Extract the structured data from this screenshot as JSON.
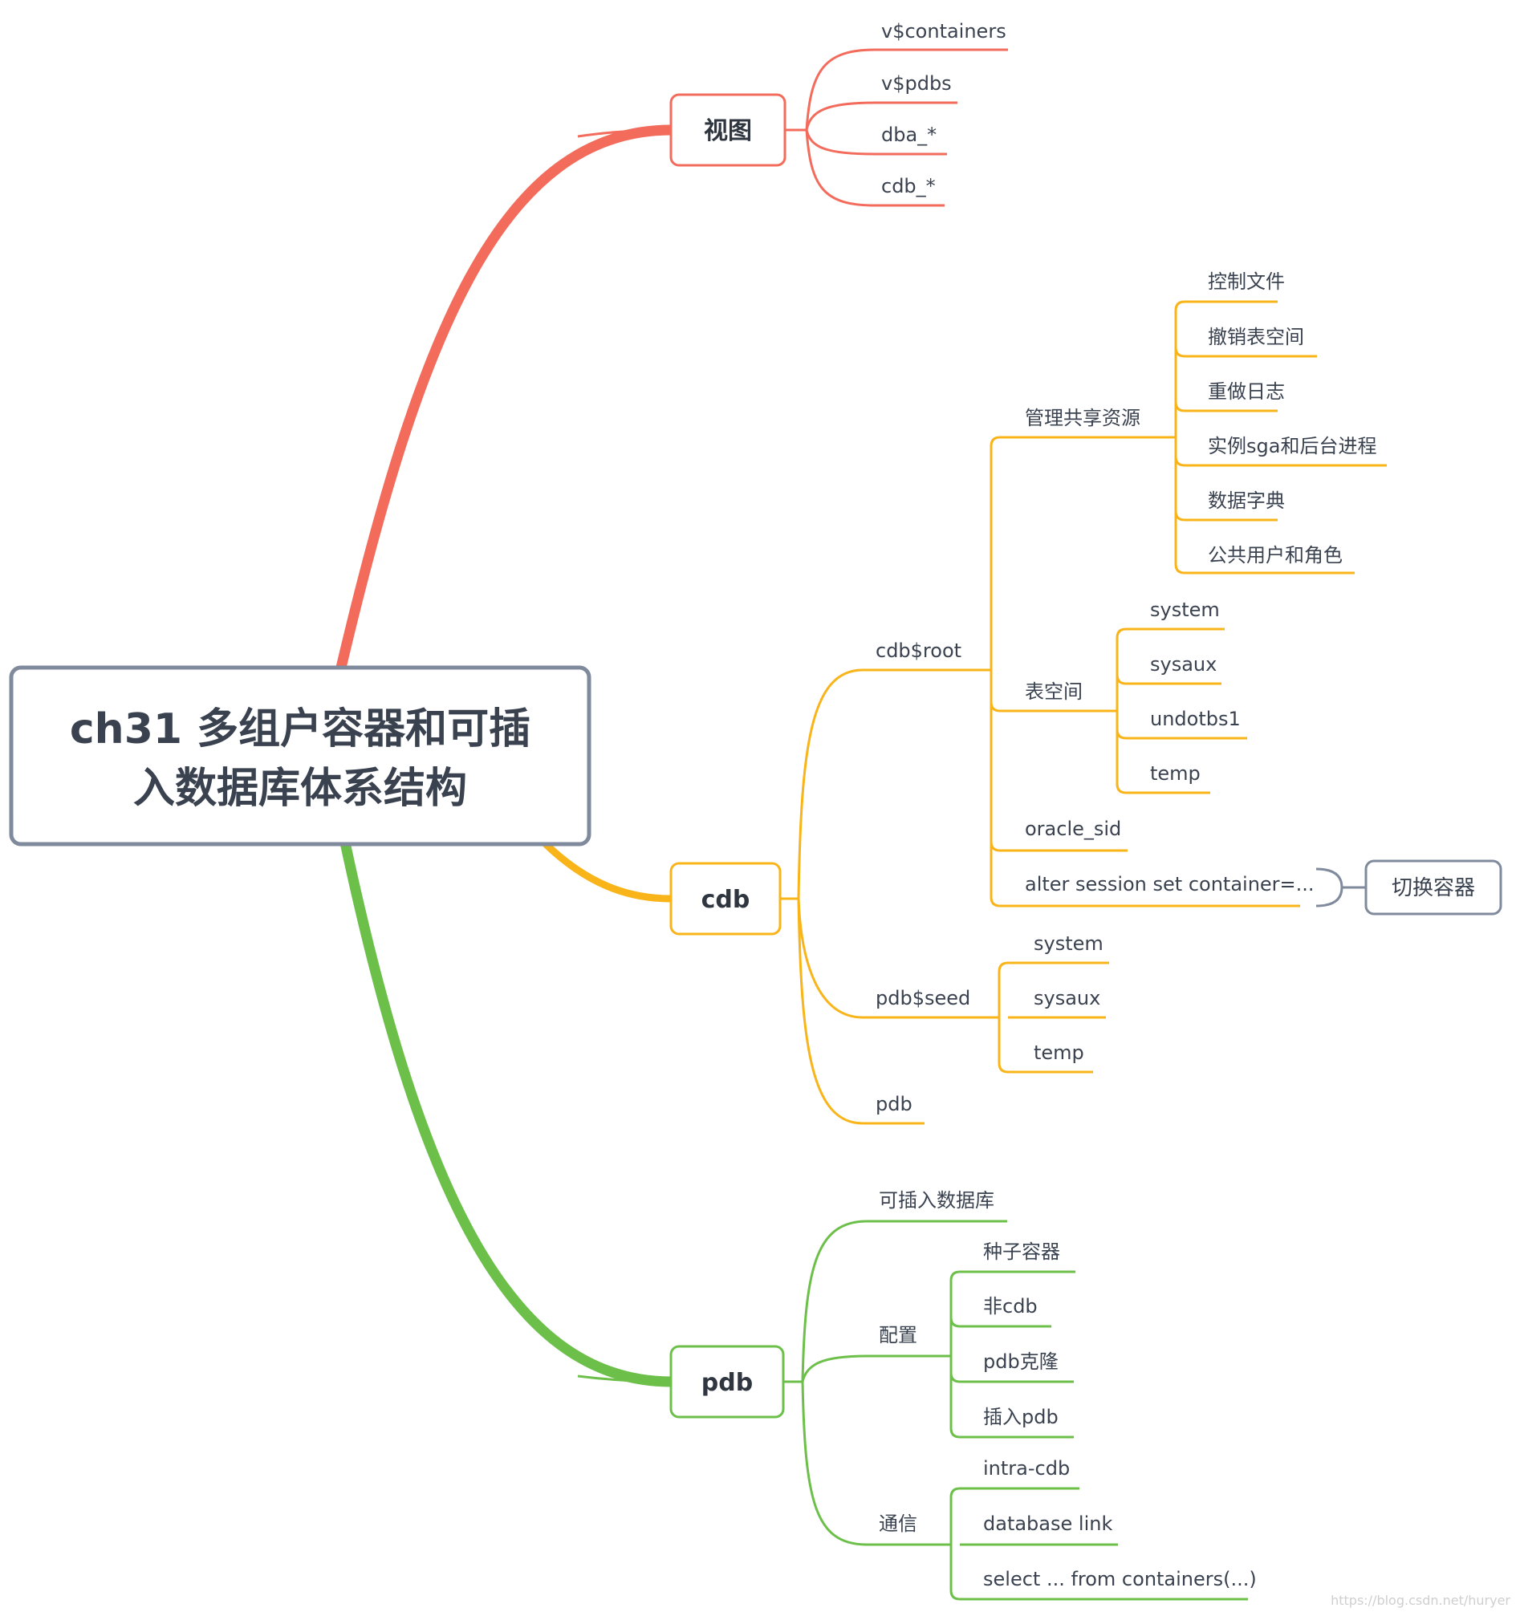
{
  "root": {
    "line1": "ch31 多组户容器和可插",
    "line2": "入数据库体系结构"
  },
  "colors": {
    "views": "#f26b5b",
    "cdb": "#f8b418",
    "pdb": "#6cc04a",
    "root_border": "#7f8a9c",
    "text": "#3a4250"
  },
  "branches": {
    "views": {
      "label": "视图",
      "items": [
        "v$containers",
        "v$pdbs",
        "dba_*",
        "cdb_*"
      ]
    },
    "cdb": {
      "label": "cdb",
      "cdb_root": {
        "label": "cdb$root",
        "shared": {
          "label": "管理共享资源",
          "items": [
            "控制文件",
            "撤销表空间",
            "重做日志",
            "实例sga和后台进程",
            "数据字典",
            "公共用户和角色"
          ]
        },
        "tablespace": {
          "label": "表空间",
          "items": [
            "system",
            "sysaux",
            "undotbs1",
            "temp"
          ]
        },
        "oracle_sid": "oracle_sid",
        "alter_session": "alter session set container=..."
      },
      "summary": "切换容器",
      "pdb_seed": {
        "label": "pdb$seed",
        "items": [
          "system",
          "sysaux",
          "temp"
        ]
      },
      "pdb": "pdb"
    },
    "pdb": {
      "label": "pdb",
      "pluggable": "可插入数据库",
      "config": {
        "label": "配置",
        "items": [
          "种子容器",
          "非cdb",
          "pdb克隆",
          "插入pdb"
        ]
      },
      "comm": {
        "label": "通信",
        "items": [
          "intra-cdb",
          "database link",
          "select ... from containers(...)"
        ]
      }
    }
  },
  "watermark": "https://blog.csdn.net/huryer"
}
